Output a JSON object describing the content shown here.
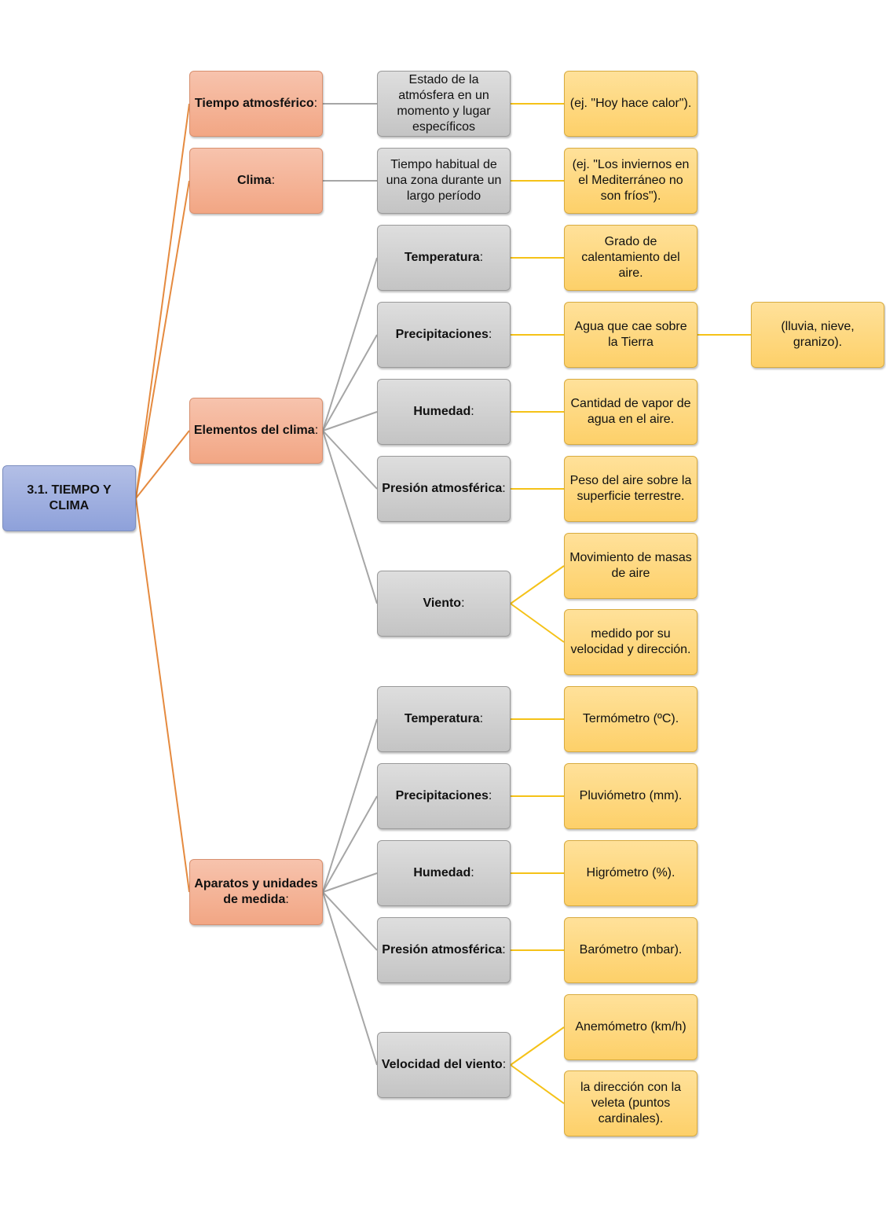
{
  "root": {
    "label": "3.1. TIEMPO Y CLIMA"
  },
  "categories": {
    "tiempo": {
      "label": "Tiempo atmosférico",
      "suffix": ":"
    },
    "clima": {
      "label": "Clima",
      "suffix": ":"
    },
    "elementos": {
      "label": "Elementos del clima",
      "suffix": ":"
    },
    "aparatos": {
      "label": "Aparatos y unidades de medida",
      "suffix": ":"
    }
  },
  "definitions": {
    "tiempo": {
      "text": "Estado de la atmósfera en un momento y lugar específicos",
      "example": "(ej. \"Hoy hace calor\")."
    },
    "clima": {
      "text": "Tiempo habitual de una zona durante un largo período",
      "example": "(ej. \"Los inviernos en el Mediterráneo no son fríos\")."
    }
  },
  "elementos": {
    "temperatura": {
      "label": "Temperatura",
      "suffix": ":",
      "desc": "Grado de calentamiento del aire."
    },
    "precipitaciones": {
      "label": "Precipitaciones",
      "suffix": ":",
      "desc": "Agua que cae sobre la Tierra",
      "extra": "(lluvia, nieve, granizo)."
    },
    "humedad": {
      "label": "Humedad",
      "suffix": ":",
      "desc": "Cantidad de vapor de agua en el aire."
    },
    "presion": {
      "label": "Presión atmosférica",
      "suffix": ":",
      "desc": "Peso del aire sobre la superficie terrestre."
    },
    "viento": {
      "label": "Viento",
      "suffix": ":",
      "desc1": "Movimiento de masas de aire",
      "desc2": "medido por su velocidad y dirección."
    }
  },
  "aparatos": {
    "temperatura": {
      "label": "Temperatura",
      "suffix": ":",
      "desc": "Termómetro (ºC)."
    },
    "precipitaciones": {
      "label": "Precipitaciones",
      "suffix": ":",
      "desc": "Pluviómetro (mm)."
    },
    "humedad": {
      "label": "Humedad",
      "suffix": ":",
      "desc": "Higrómetro (%)."
    },
    "presion": {
      "label": "Presión atmosférica",
      "suffix": ":",
      "desc": "Barómetro (mbar)."
    },
    "velocidad": {
      "label": "Velocidad del viento",
      "suffix": ":",
      "desc1": "Anemómetro (km/h)",
      "desc2": "la dirección con la veleta (puntos cardinales)."
    }
  },
  "colors": {
    "root_link": "#e58a3f",
    "grey_link": "#a6a6a6",
    "yellow_link": "#f5c218"
  }
}
